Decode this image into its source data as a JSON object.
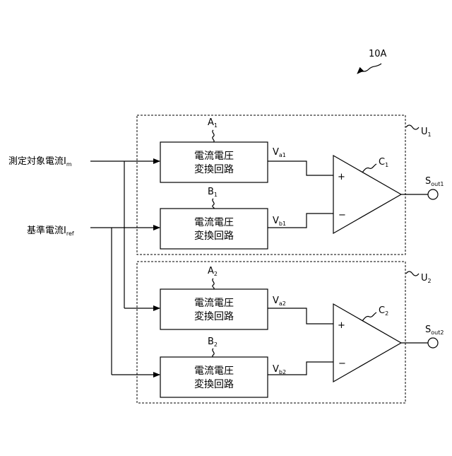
{
  "figure_ref": "10A",
  "inputs": {
    "measured": {
      "text": "測定対象電流I",
      "sub": "m"
    },
    "reference": {
      "text": "基準電流I",
      "sub": "ref"
    }
  },
  "units": [
    {
      "label": "U",
      "label_sub": "1",
      "block_top": {
        "label": "A",
        "label_sub": "1",
        "line1": "電流電圧",
        "line2": "変換回路",
        "out": "V",
        "out_sub": "a1"
      },
      "block_bottom": {
        "label": "B",
        "label_sub": "1",
        "line1": "電流電圧",
        "line2": "変換回路",
        "out": "V",
        "out_sub": "b1"
      },
      "comparator": {
        "label": "C",
        "label_sub": "1",
        "plus": "+",
        "minus": "−"
      },
      "output": {
        "label": "S",
        "label_sub": "out1"
      }
    },
    {
      "label": "U",
      "label_sub": "2",
      "block_top": {
        "label": "A",
        "label_sub": "2",
        "line1": "電流電圧",
        "line2": "変換回路",
        "out": "V",
        "out_sub": "a2"
      },
      "block_bottom": {
        "label": "B",
        "label_sub": "2",
        "line1": "電流電圧",
        "line2": "変換回路",
        "out": "V",
        "out_sub": "b2"
      },
      "comparator": {
        "label": "C",
        "label_sub": "2",
        "plus": "+",
        "minus": "−"
      },
      "output": {
        "label": "S",
        "label_sub": "out2"
      }
    }
  ]
}
